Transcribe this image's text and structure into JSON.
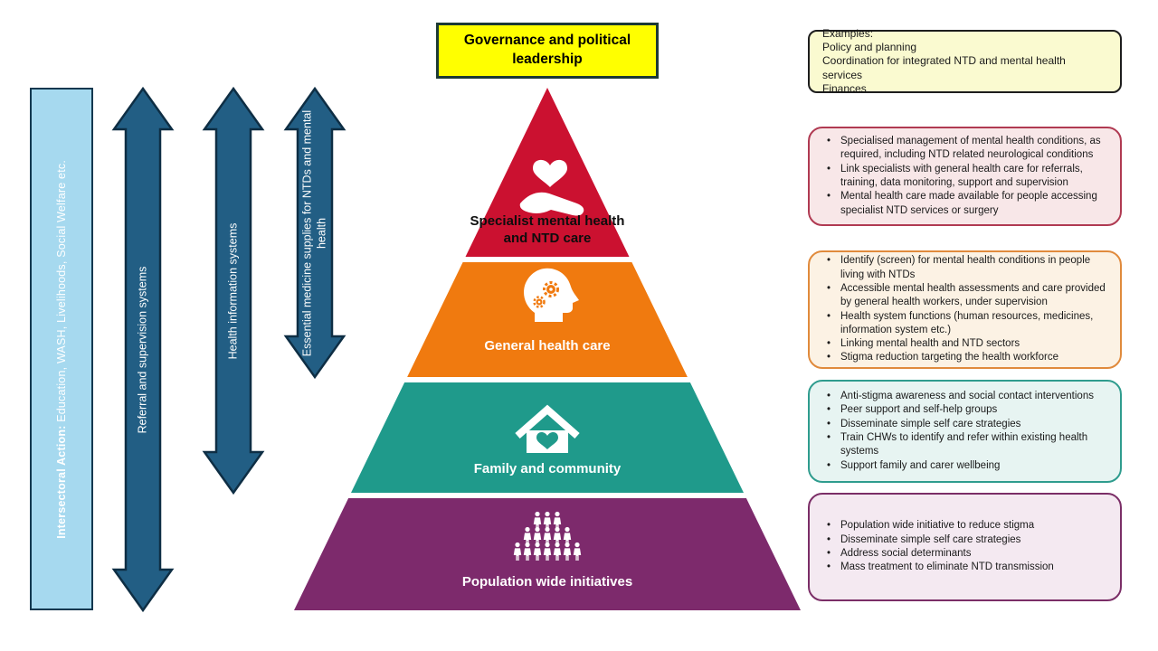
{
  "governance": {
    "label": "Governance and political leadership"
  },
  "examples_box": {
    "title": "Examples:",
    "items": [
      "Policy and planning",
      "Coordination for integrated NTD and mental health services",
      "Finances"
    ]
  },
  "intersectoral": {
    "bold": "Intersectoral Action:",
    "rest": " Education, WASH, Livelihoods, Social Welfare etc."
  },
  "arrows": [
    {
      "label": "Referral and supervision systems"
    },
    {
      "label": "Health information systems"
    },
    {
      "label": "Essential medicine supplies for NTDs and mental health"
    }
  ],
  "pyramid": {
    "levels": [
      {
        "label": "Specialist mental health and NTD care",
        "color": "#CB1130",
        "icon": "heart-in-hand-icon"
      },
      {
        "label": "General health care",
        "color": "#F07A0F",
        "icon": "head-gears-icon"
      },
      {
        "label": "Family and community",
        "color": "#1F9A8B",
        "icon": "house-heart-icon"
      },
      {
        "label": "Population wide initiatives",
        "color": "#7D2A6C",
        "icon": "crowd-icon"
      }
    ]
  },
  "detail_boxes": [
    {
      "name": "specialist",
      "border_color": "#B03A52",
      "bullets": [
        "Specialised management of mental health conditions, as required, including NTD related neurological conditions",
        "Link specialists with general health care for referrals, training, data monitoring, support and supervision",
        "Mental health care made available for people accessing specialist NTD services or surgery"
      ]
    },
    {
      "name": "general",
      "border_color": "#E08A3C",
      "bullets": [
        "Identify (screen) for mental health conditions in people living with NTDs",
        "Accessible mental health assessments and care provided by general health workers, under supervision",
        "Health system functions (human resources, medicines, information system etc.)",
        "Linking mental health and NTD sectors",
        "Stigma reduction targeting the health workforce"
      ]
    },
    {
      "name": "family",
      "border_color": "#2F9C8E",
      "bullets": [
        "Anti-stigma awareness and social contact interventions",
        "Peer support and self-help groups",
        "Disseminate simple self care strategies",
        "Train CHWs to identify and refer within existing health systems",
        "Support family and carer wellbeing"
      ]
    },
    {
      "name": "population",
      "border_color": "#7B2E67",
      "bullets": [
        "Population wide initiative to reduce stigma",
        "Disseminate simple self care strategies",
        "Address social determinants",
        "Mass treatment to eliminate NTD transmission"
      ]
    }
  ],
  "palette": {
    "arrow_fill": "#225E84",
    "arrow_stroke": "#0E2E44",
    "intersectoral_bg": "#A6D9EF",
    "governance_bg": "#FFFF00"
  }
}
